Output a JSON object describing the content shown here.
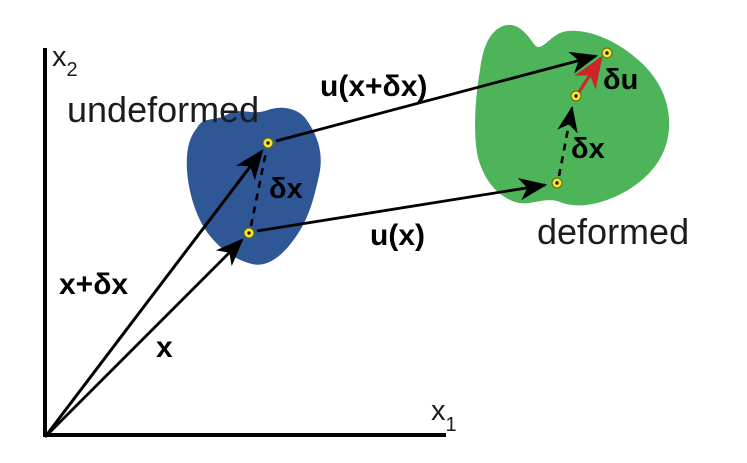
{
  "axes": {
    "x1": {
      "base": "x",
      "sub": "1"
    },
    "x2": {
      "base": "x",
      "sub": "2"
    }
  },
  "bodies": {
    "undeformed": "undeformed",
    "deformed": "deformed"
  },
  "vectors": {
    "x": "x",
    "x_plus_dx": "x+δx",
    "u_x": "u(x)",
    "u_x_plus_dx": "u(x+δx)",
    "delta_x": "δx",
    "delta_u": "δu"
  },
  "colors": {
    "undeformed_body": "#2f5796",
    "deformed_body": "#4db45a",
    "delta_u_arrow": "#cc2428",
    "point_marker": "#f5e636",
    "ink": "#000000"
  }
}
